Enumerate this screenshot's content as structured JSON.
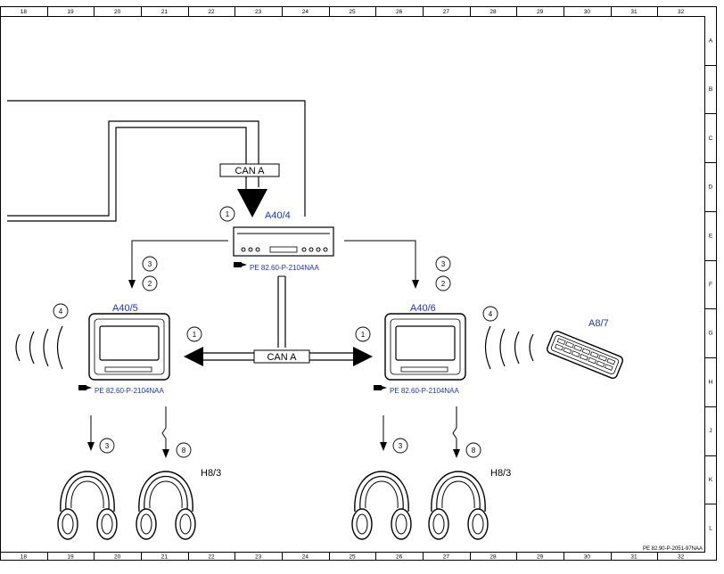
{
  "grid": {
    "columns": [
      "18",
      "19",
      "20",
      "21",
      "22",
      "23",
      "24",
      "25",
      "26",
      "27",
      "28",
      "29",
      "30",
      "31",
      "32"
    ],
    "rows": [
      "A",
      "B",
      "C",
      "D",
      "E",
      "F",
      "G",
      "H",
      "J",
      "K",
      "L"
    ]
  },
  "components": {
    "dvd_player": {
      "label": "A40/4",
      "reference": "PE 82.60-P-2104NAA"
    },
    "screen_left": {
      "label": "A40/5",
      "reference": "PE 82.60-P-2104NAA"
    },
    "screen_right": {
      "label": "A40/6",
      "reference": "PE 82.60-P-2104NAA"
    },
    "remote_control": {
      "label": "A8/7"
    },
    "headphones_left": {
      "label": "H8/3"
    },
    "headphones_right": {
      "label": "H8/3"
    }
  },
  "bus": {
    "top_label": "CAN A",
    "middle_label": "CAN A"
  },
  "callouts": {
    "dvd_can": "1",
    "left_can": "1",
    "right_can": "1",
    "left_video": "3",
    "left_audio": "2",
    "right_video": "3",
    "right_audio": "2",
    "left_ir": "4",
    "right_ir": "4",
    "left_cable": "3",
    "left_wireless": "8",
    "right_cable": "3",
    "right_wireless": "8"
  },
  "document_id": "PE 82.90-P-2051-97NAA"
}
